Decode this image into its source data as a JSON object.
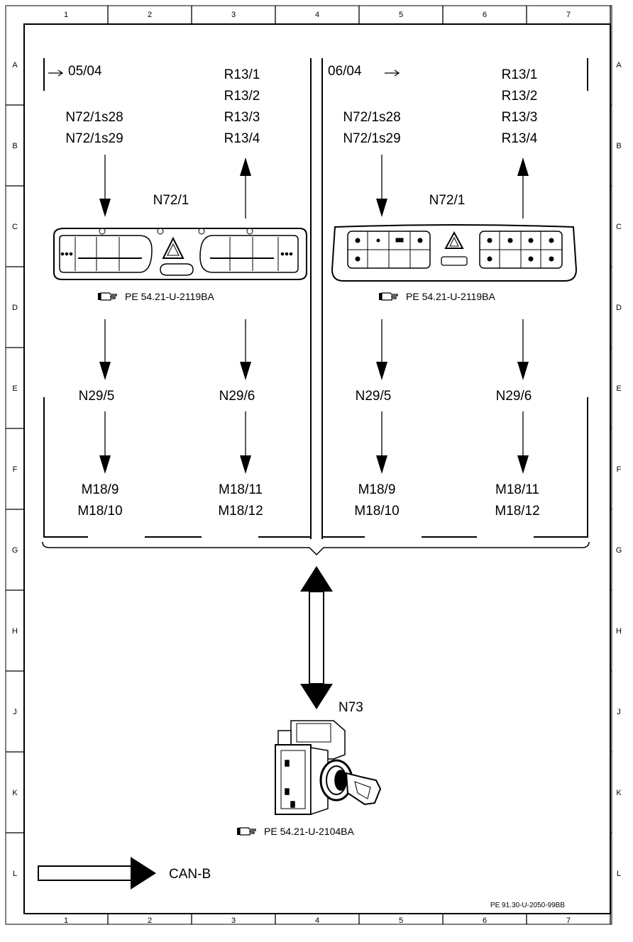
{
  "grid": {
    "columns": [
      "1",
      "2",
      "3",
      "4",
      "5",
      "6",
      "7"
    ],
    "rows": [
      "A",
      "B",
      "C",
      "D",
      "E",
      "F",
      "G",
      "H",
      "J",
      "K",
      "L"
    ]
  },
  "left_block": {
    "date": "05/04",
    "inputs": [
      "N72/1s28",
      "N72/1s29"
    ],
    "outputs": [
      "R13/1",
      "R13/2",
      "R13/3",
      "R13/4"
    ],
    "unit": "N72/1",
    "unit_ref": "PE 54.21-U-2119BA",
    "mod_left": "N29/5",
    "mod_right": "N29/6",
    "motors_left": [
      "M18/9",
      "M18/10"
    ],
    "motors_right": [
      "M18/11",
      "M18/12"
    ]
  },
  "right_block": {
    "date": "06/04",
    "inputs": [
      "N72/1s28",
      "N72/1s29"
    ],
    "outputs": [
      "R13/1",
      "R13/2",
      "R13/3",
      "R13/4"
    ],
    "unit": "N72/1",
    "unit_ref": "PE 54.21-U-2119BA",
    "mod_left": "N29/5",
    "mod_right": "N29/6",
    "motors_left": [
      "M18/9",
      "M18/10"
    ],
    "motors_right": [
      "M18/11",
      "M18/12"
    ]
  },
  "ignition": {
    "label": "N73",
    "ref": "PE 54.21-U-2104BA"
  },
  "legend": {
    "label": "CAN-B"
  },
  "footer": {
    "doc_id": "PE 91.30-U-2050-99BB"
  }
}
